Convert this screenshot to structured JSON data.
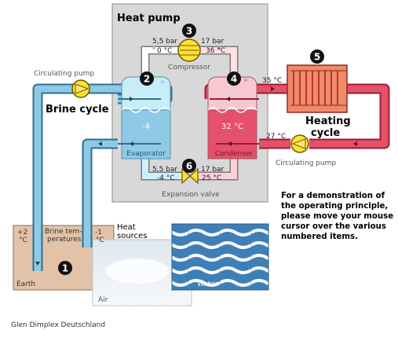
{
  "diagram": {
    "heat_pump_title": "Heat pump",
    "compressor": {
      "label": "Compressor",
      "pressure_low": "5,5 bar",
      "pressure_high": "17 bar",
      "temp_low": "0 °C",
      "temp_high": "36 °C"
    },
    "evaporator": {
      "label": "Evaporator",
      "temp": "-4"
    },
    "condenser": {
      "label": "Condenser",
      "temp": "32 °C"
    },
    "expansion_valve": {
      "label": "Expansion valve",
      "pressure_low": "5,5 bar",
      "pressure_high": "17 bar",
      "temp_low": "-4 °C",
      "temp_high": "25 °C"
    },
    "brine_cycle": {
      "title": "Brine cycle",
      "pump_label": "Circulating pump",
      "temp_left": "+2",
      "temp_right": "-1",
      "unit": "°C",
      "temps_label_1": "Brine tem-",
      "temps_label_2": "peratures"
    },
    "heating_cycle": {
      "title_1": "Heating",
      "title_2": "cycle",
      "pump_label": "Circulating pump",
      "temp_supply": "35 °C",
      "temp_return": "27 °C"
    },
    "sources": {
      "title_1": "Heat",
      "title_2": "sources",
      "earth": "Earth",
      "air": "Air",
      "water": "Water"
    },
    "steps": [
      "1",
      "2",
      "3",
      "4",
      "5",
      "6"
    ],
    "note_lines": [
      "For a demonstration of",
      "the operating principle,",
      "please move your mouse",
      "cursor over the various",
      "numbered items."
    ],
    "credit": "Glen Dimplex Deutschland"
  },
  "colors": {
    "brine_pipe": "#8ecae6",
    "brine_outline": "#2f6f93",
    "heating_pipe": "#e5506a",
    "heating_outline": "#9a1c33",
    "pump_yellow": "#ffe033",
    "heat_pump_box": "#d8d8d8",
    "earth": "#e3c3a8",
    "water": "#3e7fb8"
  }
}
